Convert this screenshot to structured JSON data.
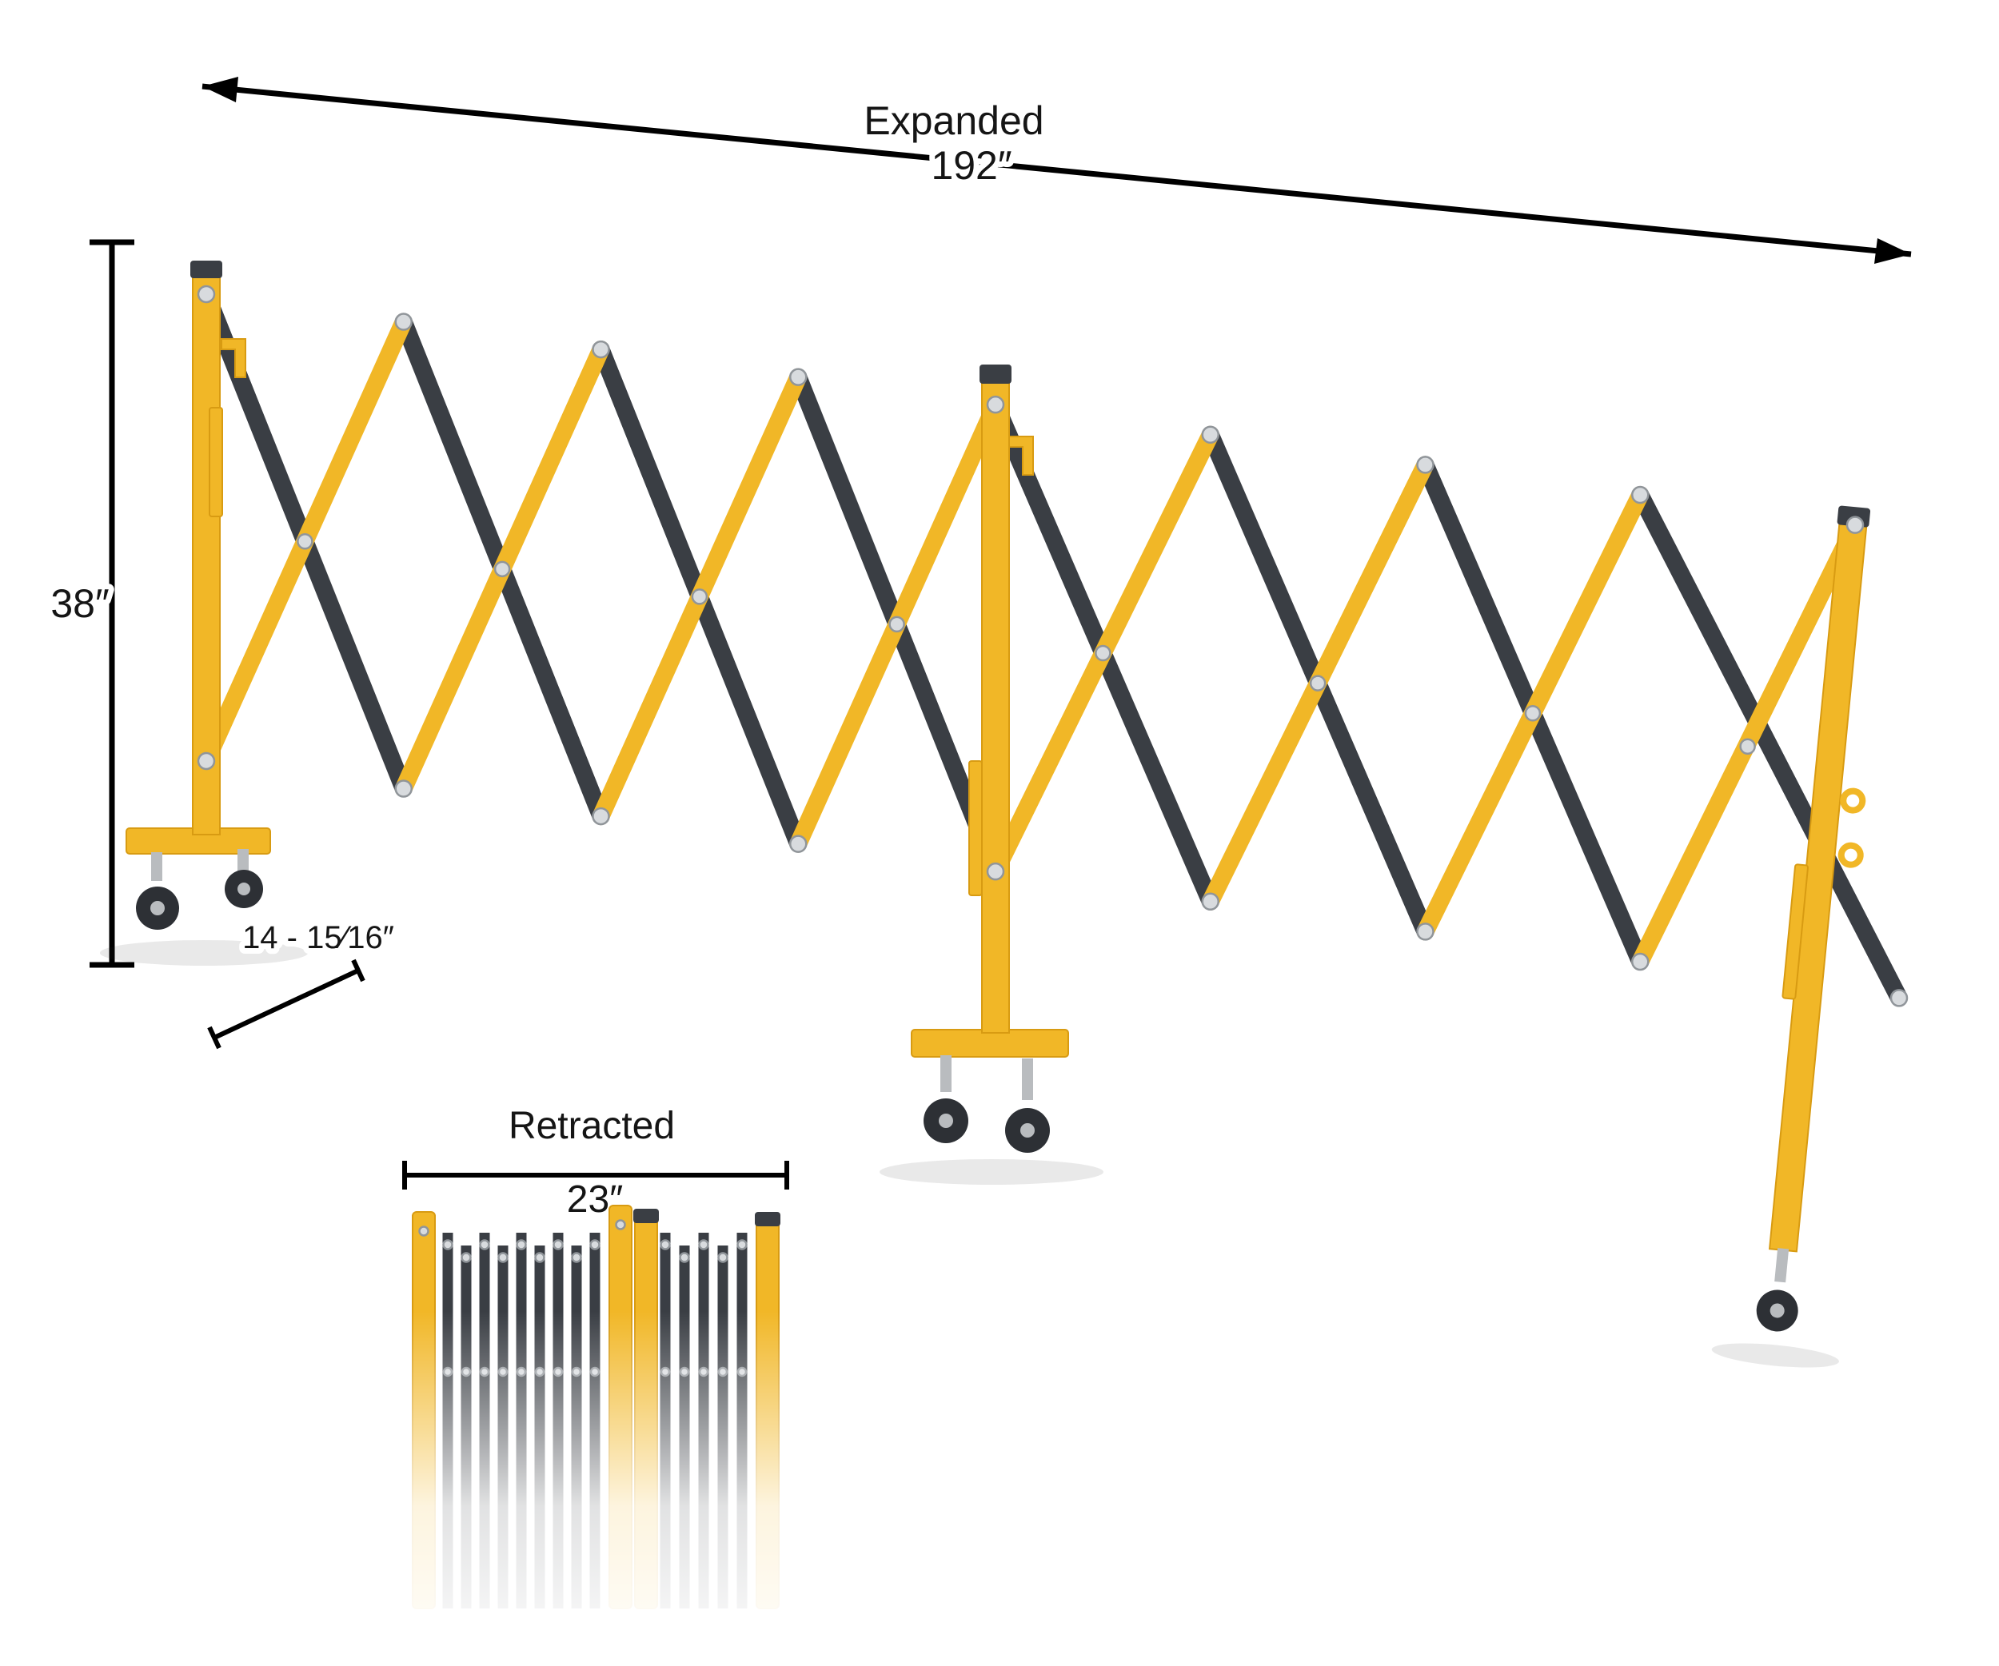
{
  "page": {
    "background": "#FFFFFF"
  },
  "diagram": {
    "dimensions": {
      "expanded": {
        "label": "Expanded",
        "value": "192″"
      },
      "height": {
        "value": "38″"
      },
      "foot_depth": {
        "value": "14 - 15⁄16″"
      },
      "retracted": {
        "label": "Retracted",
        "value": "23″"
      }
    },
    "colors": {
      "yellow": "#F1B727",
      "yellow_dark": "#D89B12",
      "slat_dark": "#3A3E44",
      "dimension_line": "#000000",
      "rivet": "#D8DBDE",
      "rivet_edge": "#90959A",
      "wheel": "#2D3035",
      "metal": "#B9BCBF"
    }
  }
}
